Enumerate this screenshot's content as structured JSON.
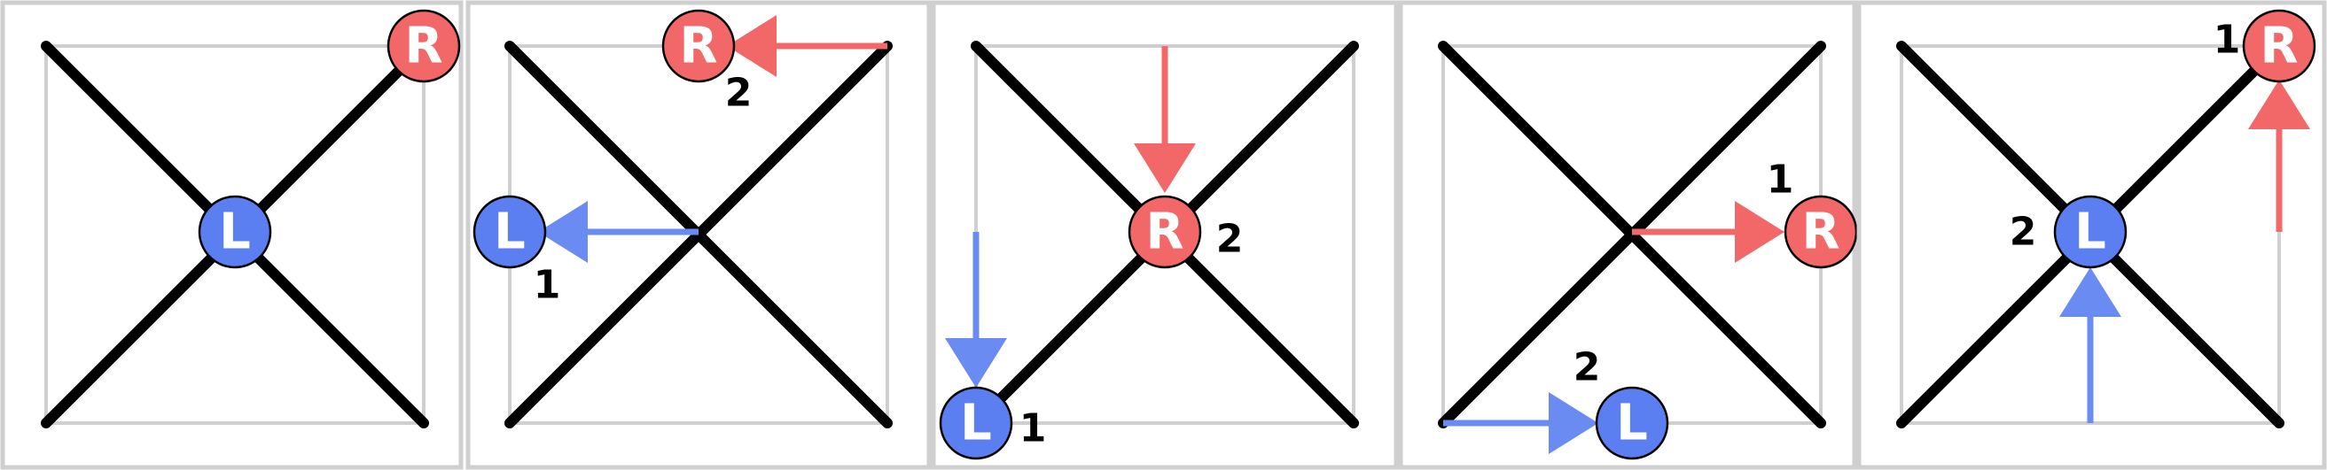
{
  "panel_count": 5,
  "colors": {
    "frame": "#cfcfcf",
    "inner_square": "#cfcfcf",
    "diagonal": "#000000",
    "left_marker": "#5b7ff0",
    "right_marker": "#f26767",
    "left_arrow": "#6a8cf2",
    "right_arrow": "#f26767",
    "marker_outline": "#000000",
    "marker_letter": "#ffffff",
    "step_label": "#000000"
  },
  "markers": {
    "left_letter": "L",
    "right_letter": "R"
  },
  "panels": [
    {
      "index": 1,
      "left_step": "",
      "right_step": ""
    },
    {
      "index": 2,
      "left_step": "1",
      "right_step": "2"
    },
    {
      "index": 3,
      "left_step": "1",
      "right_step": "2"
    },
    {
      "index": 4,
      "left_step": "2",
      "right_step": "1"
    },
    {
      "index": 5,
      "left_step": "2",
      "right_step": "1"
    }
  ]
}
